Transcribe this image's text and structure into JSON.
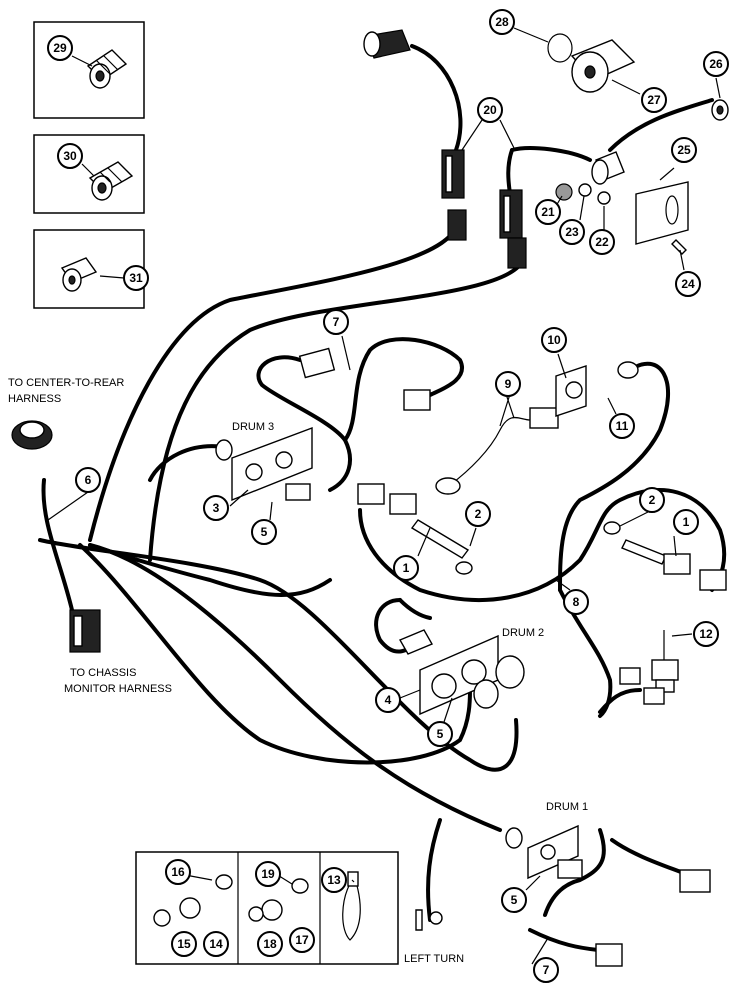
{
  "labels": {
    "center_rear": [
      "TO CENTER-TO-REAR",
      "HARNESS"
    ],
    "chassis": [
      "TO CHASSIS",
      "MONITOR HARNESS"
    ],
    "left_turn": "LEFT TURN",
    "drum1": "DRUM 1",
    "drum2": "DRUM 2",
    "drum3": "DRUM 3"
  },
  "callouts": {
    "c1": "1",
    "c2": "2",
    "c3": "3",
    "c4": "4",
    "c5": "5",
    "c6": "6",
    "c7": "7",
    "c8": "8",
    "c9": "9",
    "c10": "10",
    "c11": "11",
    "c12": "12",
    "c13": "13",
    "c14": "14",
    "c15": "15",
    "c16": "16",
    "c17": "17",
    "c18": "18",
    "c19": "19",
    "c20": "20",
    "c21": "21",
    "c22": "22",
    "c23": "23",
    "c24": "24",
    "c25": "25",
    "c26": "26",
    "c27": "27",
    "c28": "28",
    "c29": "29",
    "c30": "30",
    "c31": "31"
  }
}
